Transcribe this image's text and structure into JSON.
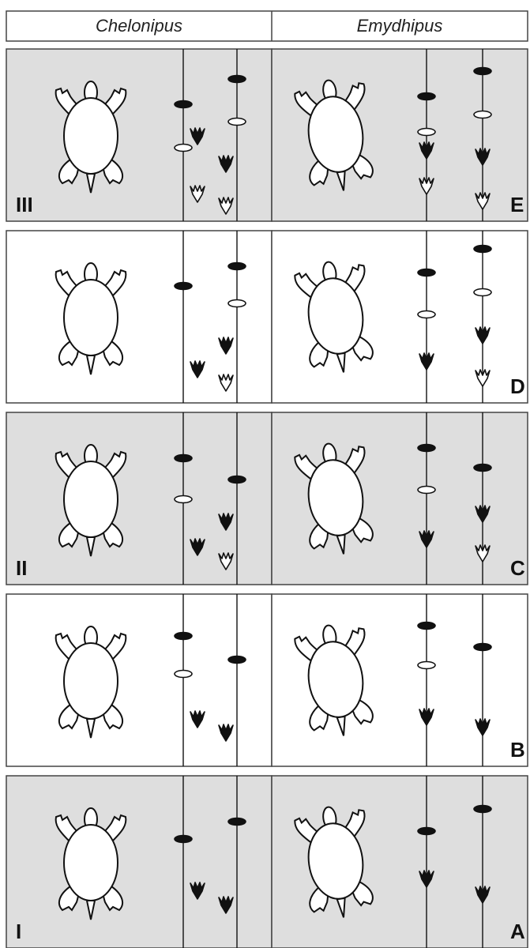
{
  "headers": {
    "left": "Chelonipus",
    "right": "Emydhipus"
  },
  "colors": {
    "shaded": "#dedede",
    "plain": "#ffffff",
    "ink": "#111111"
  },
  "rows": [
    {
      "left_label": "III",
      "right_label": "E",
      "shaded": true
    },
    {
      "left_label": "",
      "right_label": "D",
      "shaded": false
    },
    {
      "left_label": "II",
      "right_label": "C",
      "shaded": true
    },
    {
      "left_label": "",
      "right_label": "B",
      "shaded": false
    },
    {
      "left_label": "I",
      "right_label": "A",
      "shaded": true
    }
  ]
}
